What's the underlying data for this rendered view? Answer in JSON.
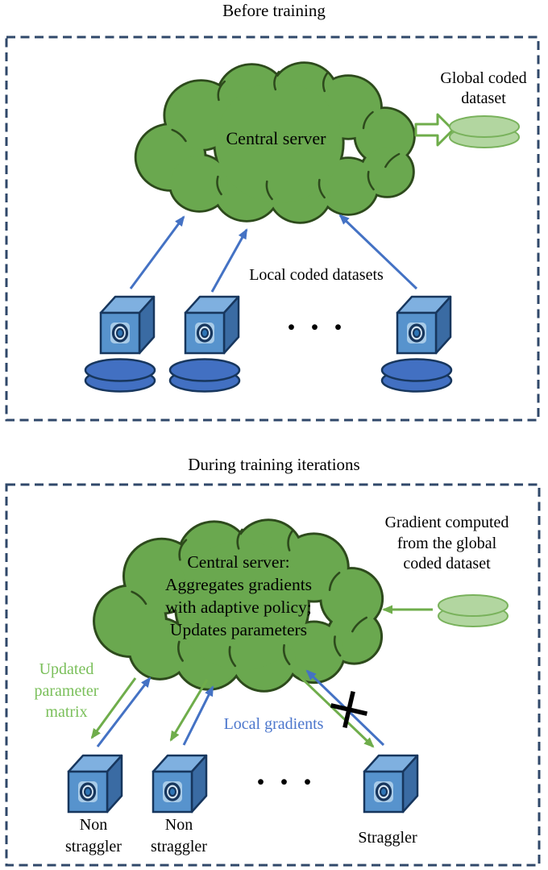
{
  "panel_before": {
    "title": "Before training",
    "cloud_label": "Central server",
    "global_dataset_label": "Global coded\ndataset",
    "local_datasets_label": "Local coded datasets",
    "ellipsis": "• • •"
  },
  "panel_during": {
    "title": "During training iterations",
    "cloud_label": "Central server:\nAggregates gradients\nwith adaptive policy;\nUpdates parameters",
    "gradient_source_label": "Gradient computed\nfrom the global\ncoded dataset",
    "updated_parameter_label": "Updated\nparameter\nmatrix",
    "local_gradients_label": "Local gradients",
    "ellipsis": "• • •",
    "workers": [
      {
        "label": "Non\nstraggler"
      },
      {
        "label": "Non\nstraggler"
      },
      {
        "label": "Straggler"
      }
    ]
  },
  "colors": {
    "cloud_fill": "#6aa84f",
    "cloud_outline": "#2d4a1c",
    "dashed_border": "#30486a",
    "arrow_blue": "#4472c4",
    "arrow_green": "#6fad4b",
    "green_text": "#7abf5a",
    "blue_text": "#4b76cc",
    "cube_front": "#5793cd",
    "cube_top": "#7fb0e0",
    "cube_side": "#3a6ba3",
    "cube_outline": "#17365d",
    "disk_blue": "#4270c2",
    "disk_green": "#b2d6a0",
    "cross": "#000000"
  }
}
